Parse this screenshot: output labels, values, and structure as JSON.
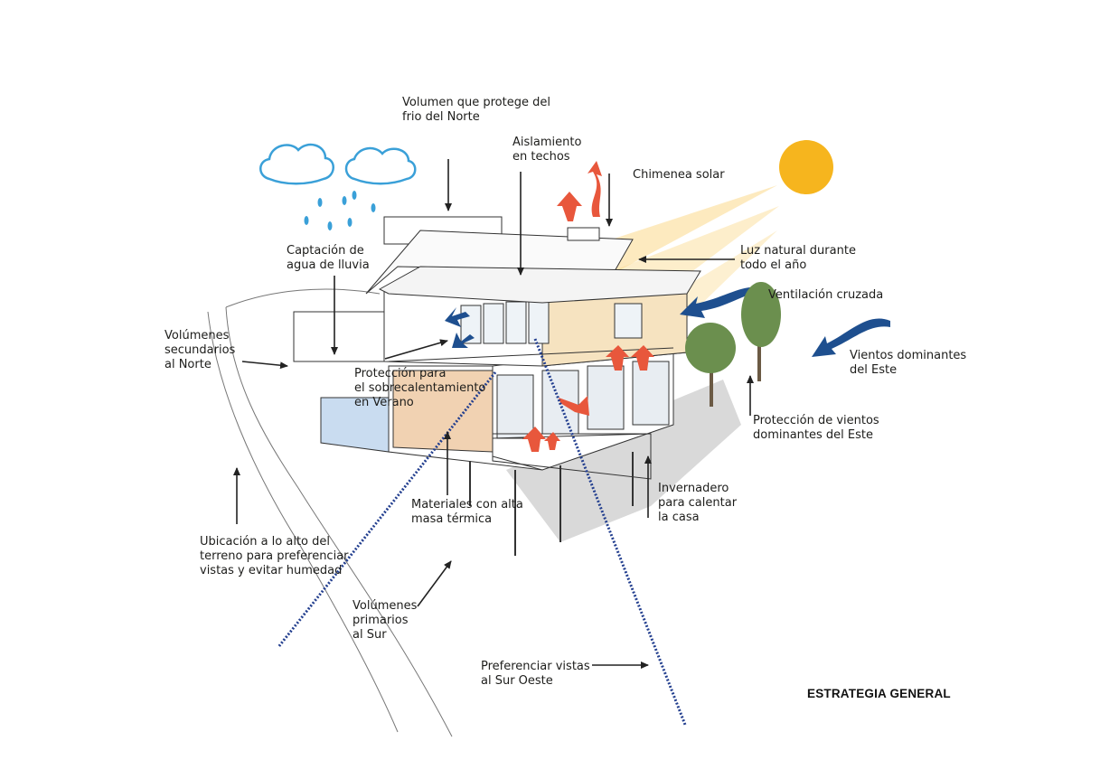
{
  "diagram": {
    "title": "ESTRATEGIA GENERAL",
    "colors": {
      "sun": "#f6b51e",
      "sunbeam": "#fbd98b",
      "cloud": "#3aa0d8",
      "wind": "#1e4f8f",
      "heat_arrow": "#e8573c",
      "view_line": "#233f8f",
      "thermal_mass": "#f1d2b2",
      "secondary_volume": "#c9dcf0",
      "tree": "#6b8f4e"
    },
    "labels": {
      "volumen_norte": "Volumen que protege del\nfrio del Norte",
      "aislamiento": "Aislamiento\nen techos",
      "chimenea": "Chimenea solar",
      "captacion": "Captación de\nagua de lluvia",
      "luz_natural": "Luz natural durante\ntodo el año",
      "ventilacion": "Ventilación cruzada",
      "vientos": "Vientos dominantes\ndel Este",
      "volumenes_secundarios": "Volúmenes\nsecundarios\nal Norte",
      "proteccion_sobrecalentamiento": "Protección para\nel sobrecalentamiento\nen Verano",
      "proteccion_vientos": "Protección de vientos\ndominantes del Este",
      "invernadero": "Invernadero\npara calentar\nla casa",
      "materiales": "Materiales con alta\nmasa térmica",
      "ubicacion": "Ubicación a lo alto del\nterreno para preferenciar\nvistas y evitar humedad",
      "volumenes_primarios": "Volúmenes\nprimarios\nal Sur",
      "vistas": "Preferenciar vistas\nal Sur Oeste"
    }
  }
}
